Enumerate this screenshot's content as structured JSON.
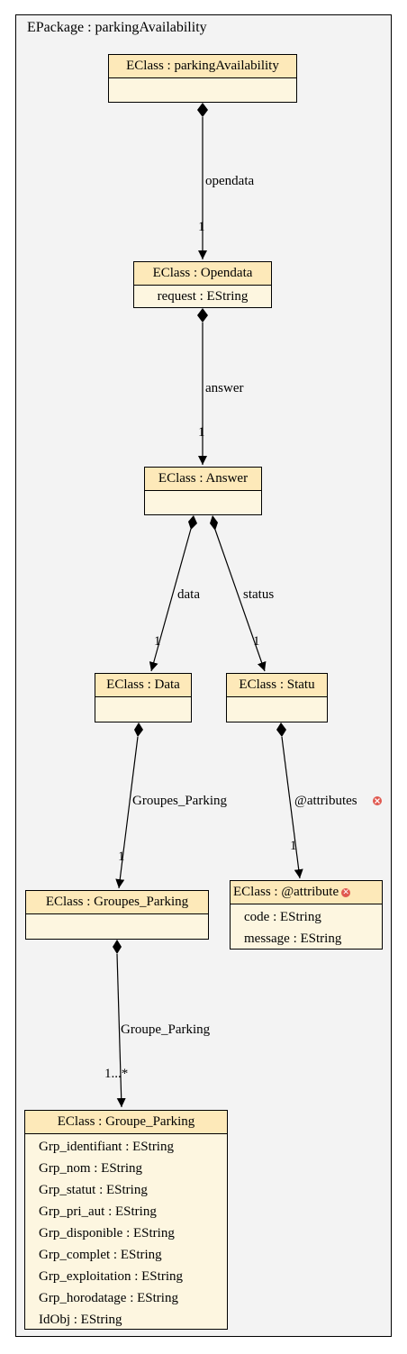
{
  "package": {
    "title": "EPackage : parkingAvailability"
  },
  "classes": {
    "parkingAvailability": {
      "title": "EClass : parkingAvailability",
      "attributes": []
    },
    "opendata": {
      "title": "EClass : Opendata",
      "attributes": [
        "request : EString"
      ]
    },
    "answer": {
      "title": "EClass : Answer",
      "attributes": []
    },
    "data": {
      "title": "EClass : Data",
      "attributes": []
    },
    "statu": {
      "title": "EClass : Statu",
      "attributes": []
    },
    "groupes_parking": {
      "title": "EClass : Groupes_Parking",
      "attributes": []
    },
    "attribute": {
      "title": "EClass : @attribute",
      "attributes": [
        "code : EString",
        "message : EString"
      ]
    },
    "groupe_parking": {
      "title": "EClass : Groupe_Parking",
      "attributes": [
        "Grp_identifiant : EString",
        "Grp_nom : EString",
        "Grp_statut : EString",
        "Grp_pri_aut : EString",
        "Grp_disponible : EString",
        "Grp_complet : EString",
        "Grp_exploitation : EString",
        "Grp_horodatage : EString",
        "IdObj : EString"
      ]
    }
  },
  "references": {
    "opendata": {
      "label": "opendata",
      "multiplicity": "1"
    },
    "answer": {
      "label": "answer",
      "multiplicity": "1"
    },
    "data": {
      "label": "data",
      "multiplicity": "1"
    },
    "status": {
      "label": "status",
      "multiplicity": "1"
    },
    "groupes_parking": {
      "label": "Groupes_Parking",
      "multiplicity": "1"
    },
    "attributes": {
      "label": "@attributes",
      "multiplicity": "1"
    },
    "groupe_parking": {
      "label": "Groupe_Parking",
      "multiplicity": "1...*"
    }
  },
  "icons": {
    "error": "error-icon"
  },
  "colors": {
    "header": "#fde9b9",
    "body": "#fdf6e0",
    "package": "#f3f3f3",
    "error": "#e0584f"
  }
}
